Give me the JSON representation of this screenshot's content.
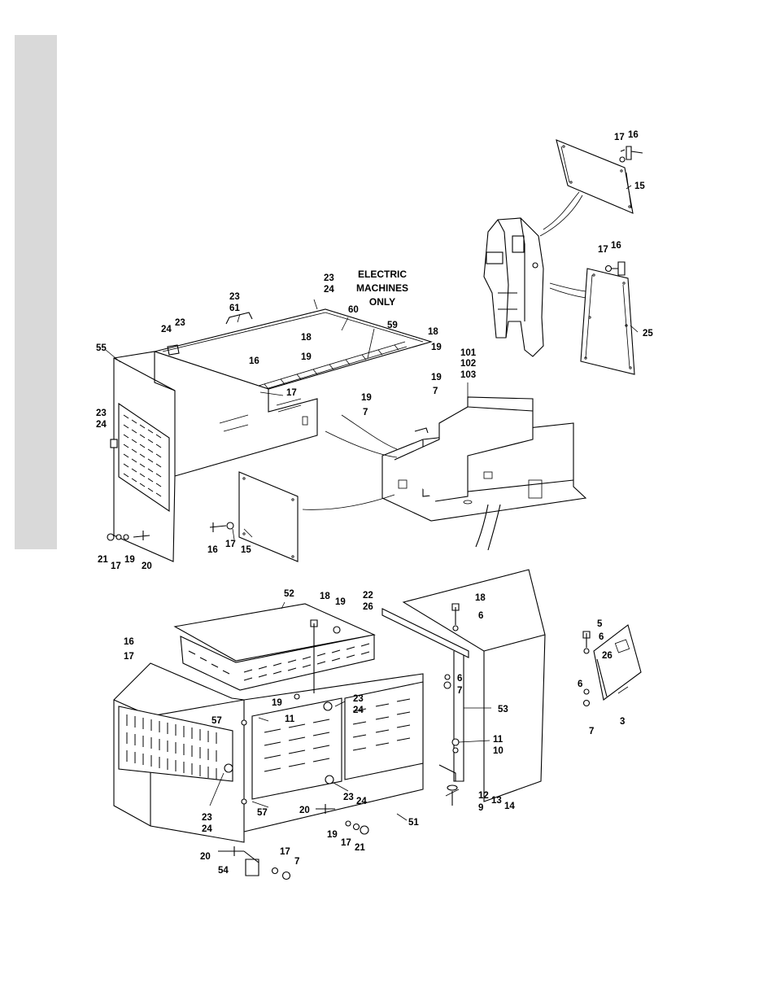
{
  "note": {
    "line1": "ELECTRIC",
    "line2": "MACHINES",
    "line3": "ONLY"
  },
  "callouts": [
    "17",
    "16",
    "15",
    "17",
    "16",
    "25",
    "23",
    "24",
    "23",
    "61",
    "24",
    "23",
    "60",
    "59",
    "18",
    "18",
    "19",
    "19",
    "16",
    "17",
    "19",
    "7",
    "19",
    "7",
    "101",
    "102",
    "103",
    "55",
    "23",
    "24",
    "16",
    "17",
    "15",
    "21",
    "17",
    "19",
    "20",
    "52",
    "18",
    "19",
    "22",
    "26",
    "16",
    "17",
    "18",
    "6",
    "6",
    "7",
    "53",
    "11",
    "10",
    "12",
    "13",
    "14",
    "9",
    "5",
    "6",
    "26",
    "6",
    "7",
    "3",
    "19",
    "11",
    "23",
    "24",
    "57",
    "57",
    "23",
    "24",
    "23",
    "24",
    "20",
    "51",
    "19",
    "17",
    "21",
    "20",
    "54",
    "17",
    "7"
  ]
}
